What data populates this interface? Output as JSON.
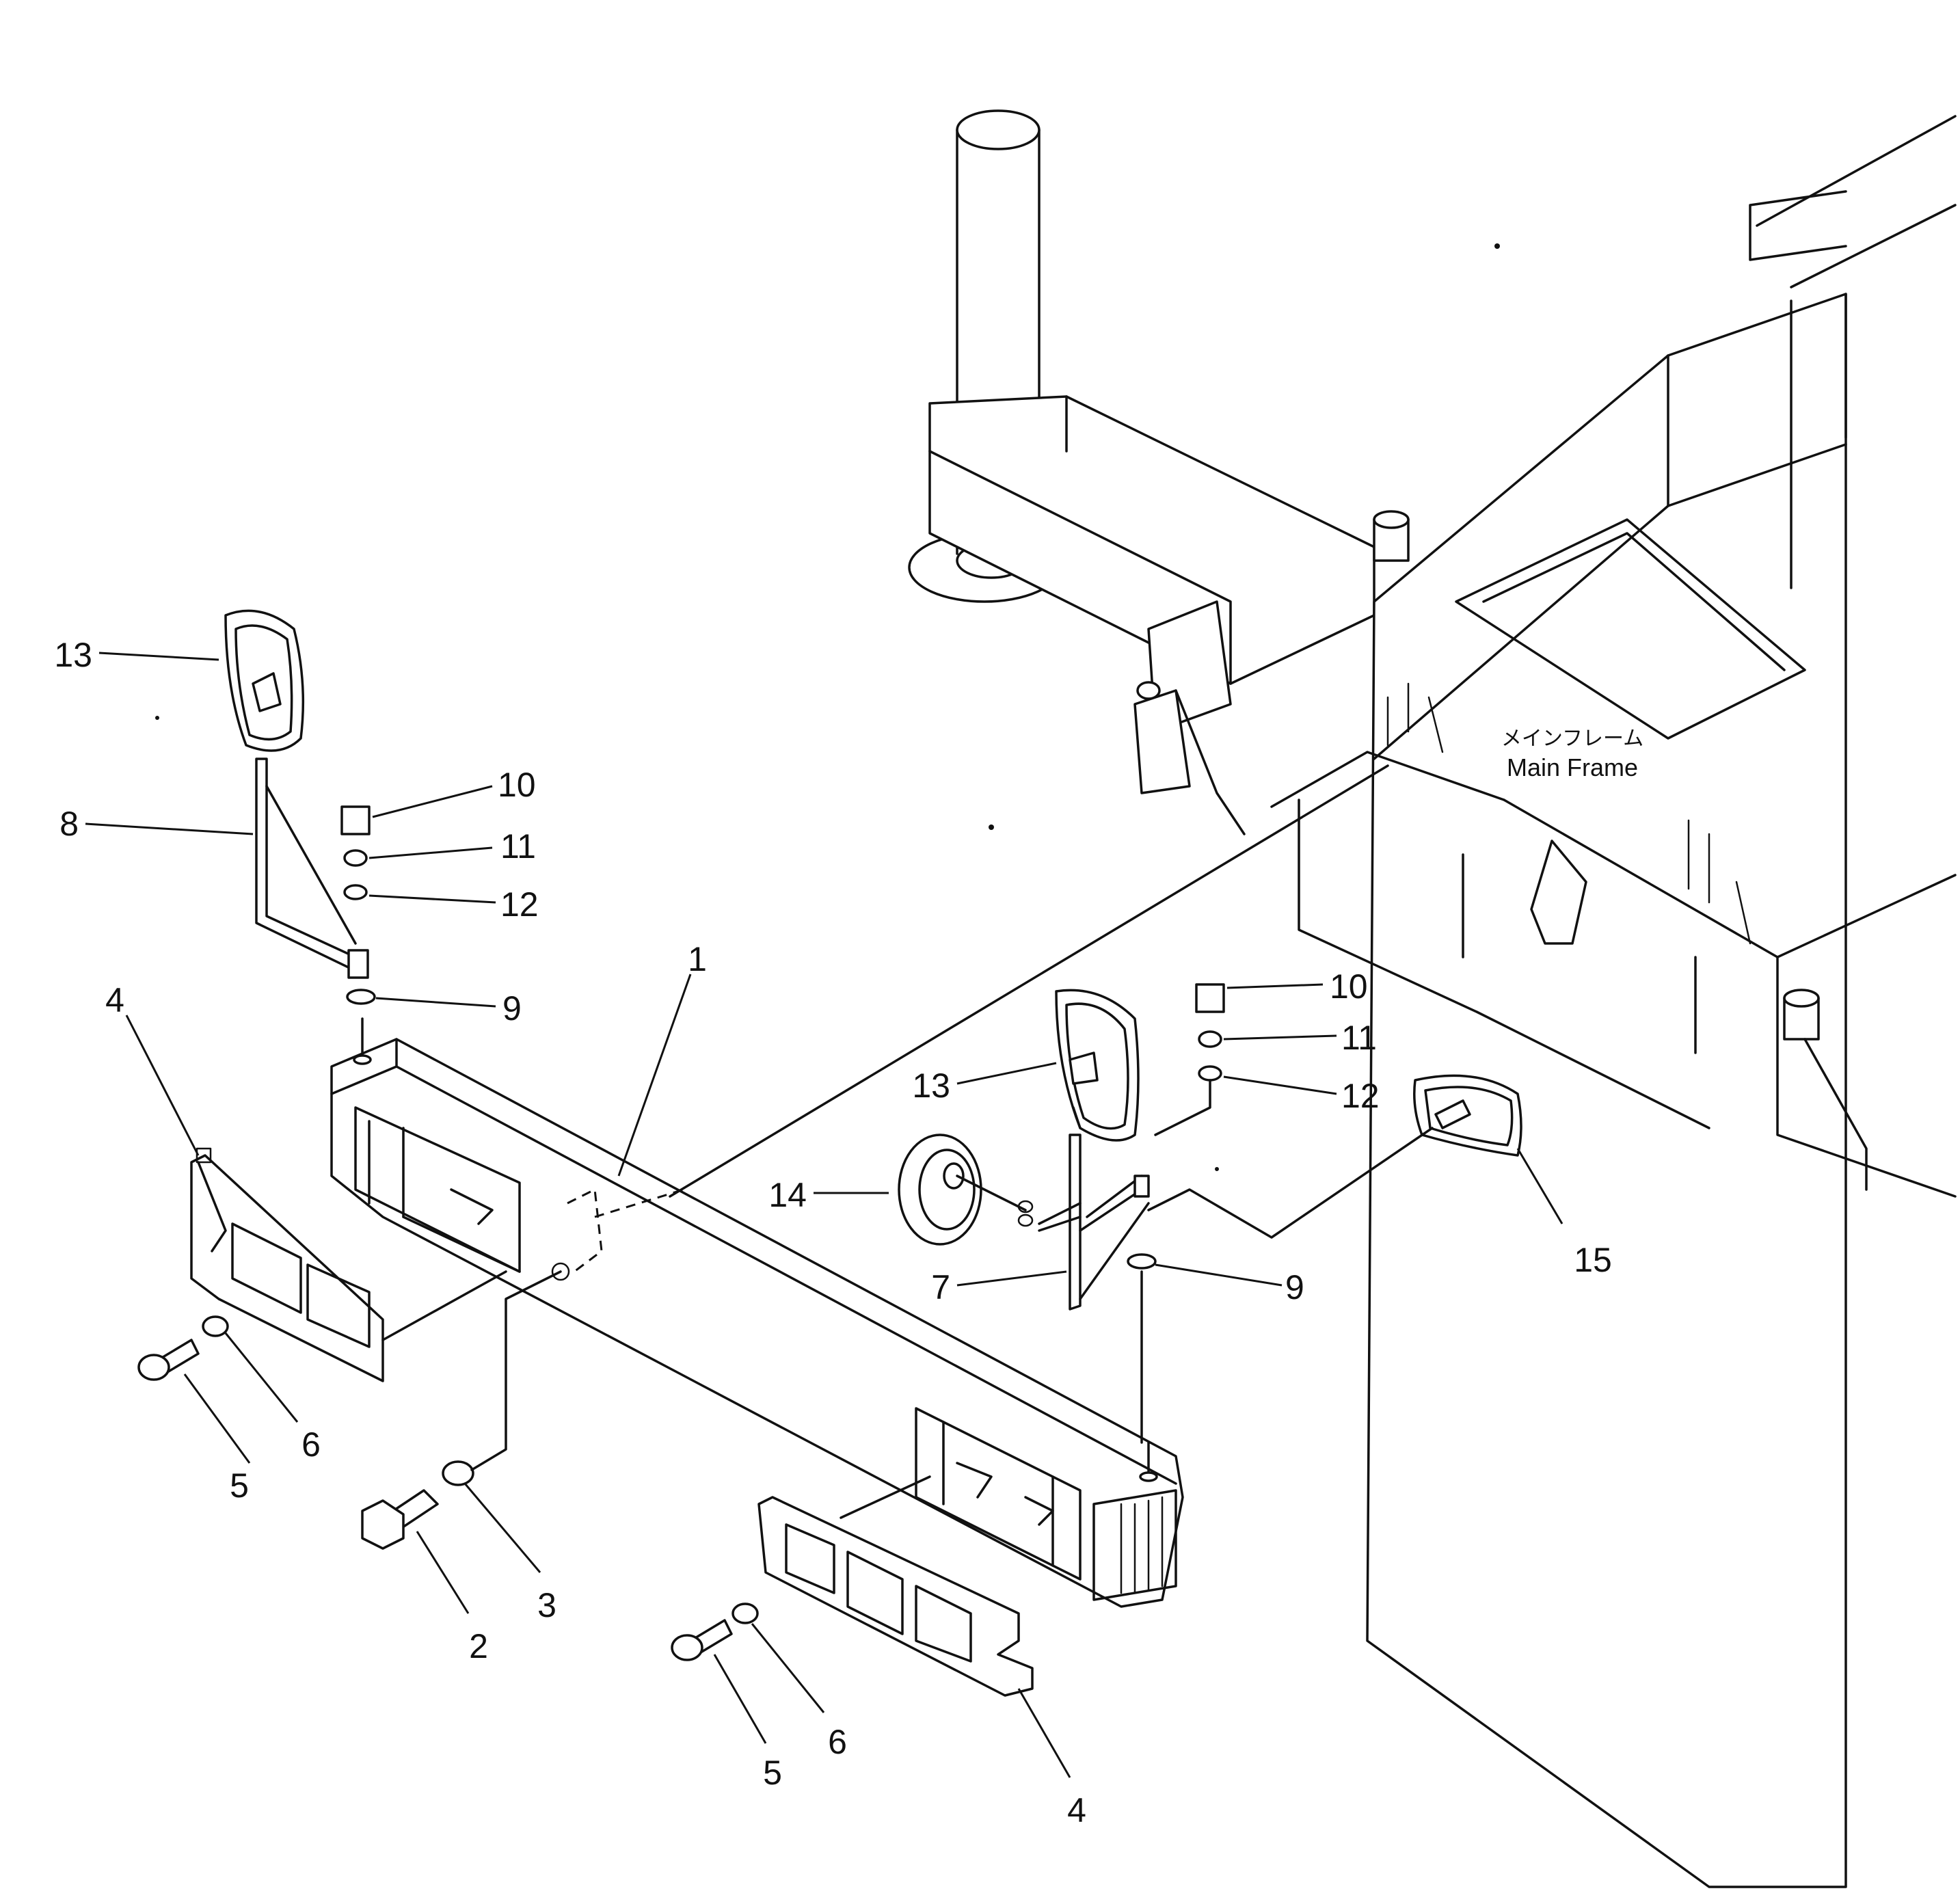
{
  "frame": {
    "label_jp": "メインフレーム",
    "label_en": "Main Frame"
  },
  "callouts": [
    {
      "id": "c1",
      "text": "1"
    },
    {
      "id": "c2",
      "text": "2"
    },
    {
      "id": "c3",
      "text": "3"
    },
    {
      "id": "c4a",
      "text": "4"
    },
    {
      "id": "c4b",
      "text": "4"
    },
    {
      "id": "c5a",
      "text": "5"
    },
    {
      "id": "c5b",
      "text": "5"
    },
    {
      "id": "c6a",
      "text": "6"
    },
    {
      "id": "c6b",
      "text": "6"
    },
    {
      "id": "c7",
      "text": "7"
    },
    {
      "id": "c8",
      "text": "8"
    },
    {
      "id": "c9a",
      "text": "9"
    },
    {
      "id": "c9b",
      "text": "9"
    },
    {
      "id": "c10a",
      "text": "10"
    },
    {
      "id": "c10b",
      "text": "10"
    },
    {
      "id": "c11a",
      "text": "11"
    },
    {
      "id": "c11b",
      "text": "11"
    },
    {
      "id": "c12a",
      "text": "12"
    },
    {
      "id": "c12b",
      "text": "12"
    },
    {
      "id": "c13a",
      "text": "13"
    },
    {
      "id": "c13b",
      "text": "13"
    },
    {
      "id": "c14",
      "text": "14"
    },
    {
      "id": "c15",
      "text": "15"
    }
  ]
}
